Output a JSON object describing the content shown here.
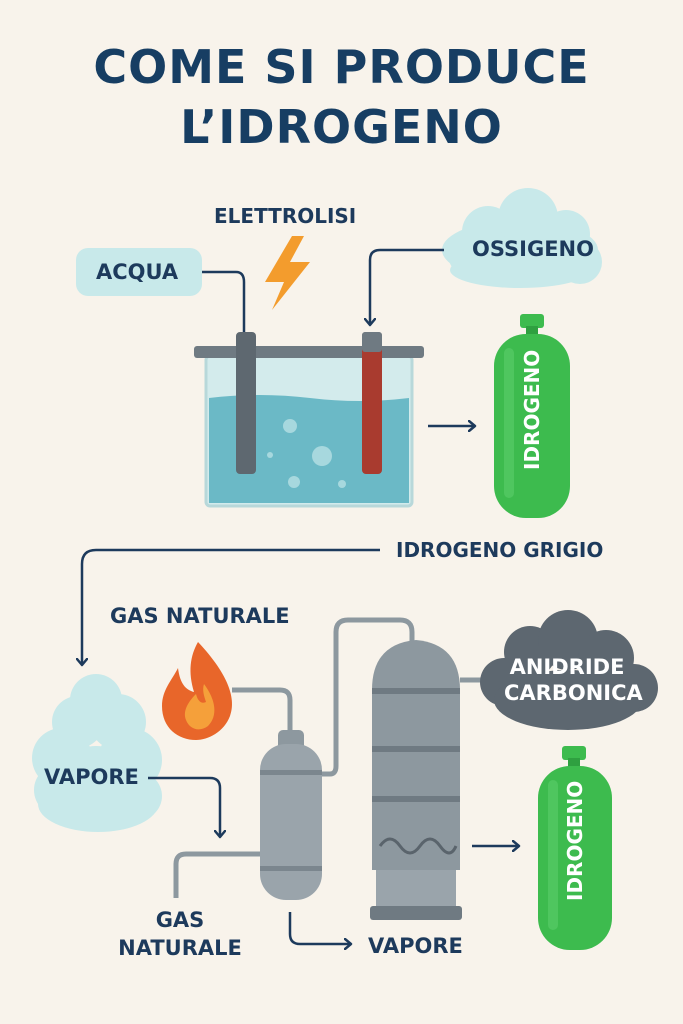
{
  "title": {
    "line1": "COME SI PRODUCE",
    "line2": "L’IDROGENO"
  },
  "electrolysis": {
    "heading": "ELETTROLISI",
    "water": "ACQUA",
    "oxygen": "OSSIGENO",
    "hydrogen": "IDROGENO"
  },
  "steam_reforming": {
    "heading": "IDROGENO GRIGIO",
    "natural_gas_top": "GAS NATURALE",
    "steam_in": "VAPORE",
    "co2_line1": "ANIDRIDE",
    "co2_line2": "CARBONICA",
    "natural_gas_bottom_line1": "GAS",
    "natural_gas_bottom_line2": "NATURALE",
    "steam_out": "VAPORE",
    "hydrogen": "IDROGENO"
  },
  "colors": {
    "title": "#173e63",
    "water": "#6bb9c6",
    "cloud": "#c8e9ea",
    "co2_cloud": "#5d6770",
    "cylinder": "#3dbb4e",
    "tank": "#8d989f",
    "bolt": "#f39c2d",
    "flame": "#e8662a"
  },
  "icons": [
    "lightning-bolt-icon",
    "flame-icon",
    "gas-cylinder-icon",
    "cloud-icon"
  ]
}
